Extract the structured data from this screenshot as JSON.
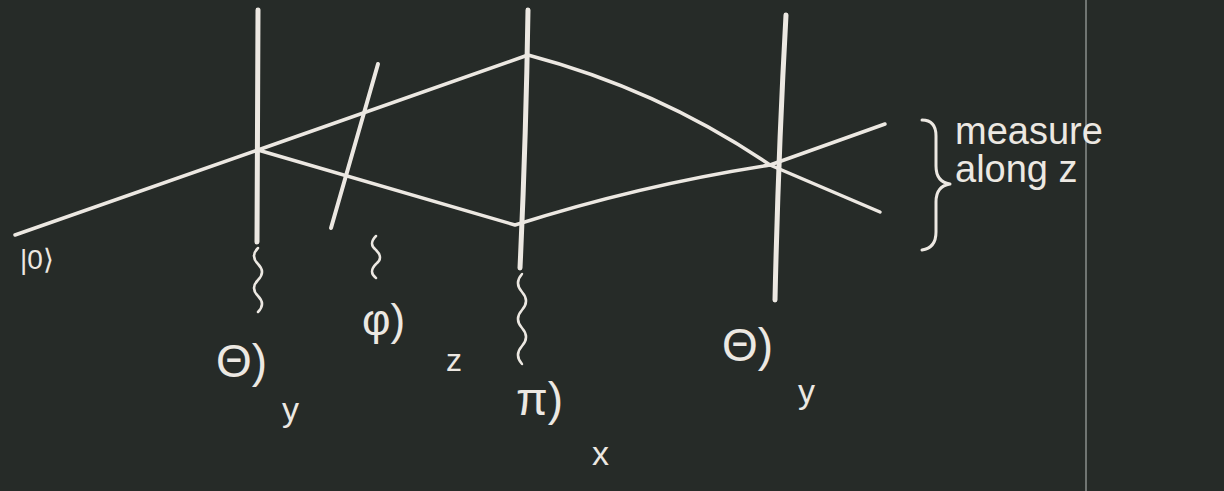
{
  "diagram": {
    "labels": [
      "|0⟩",
      "Θ)",
      "y",
      "φ)",
      "z",
      "π)",
      "x",
      "Θ)",
      "y",
      "measure along z"
    ]
  }
}
